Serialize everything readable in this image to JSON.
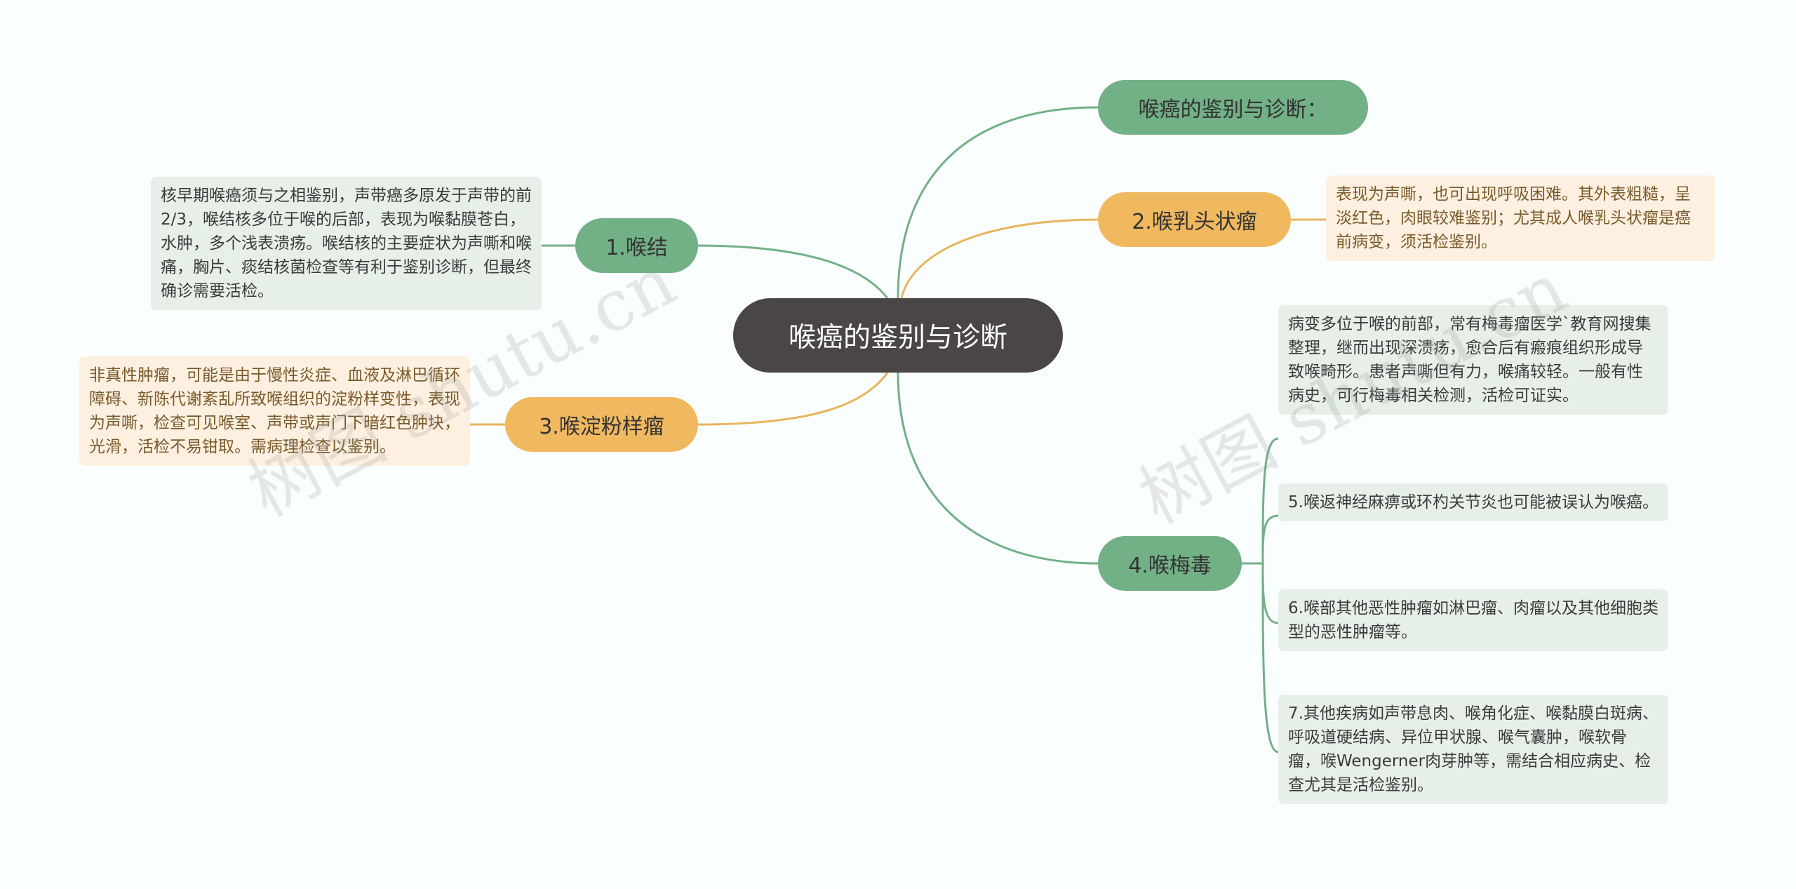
{
  "root": {
    "label": "喉癌的鉴别与诊断"
  },
  "branches": {
    "intro": "喉癌的鉴别与诊断：",
    "b1": "1.喉结",
    "b2": "2.喉乳头状瘤",
    "b3": "3.喉淀粉样瘤",
    "b4": "4.喉梅毒"
  },
  "leaves": {
    "b1_text": "核早期喉癌须与之相鉴别，声带癌多原发于声带的前2/3，喉结核多位于喉的后部，表现为喉黏膜苍白，水肿，多个浅表溃疡。喉结核的主要症状为声嘶和喉痛，胸片、痰结核菌检查等有利于鉴别诊断，但最终确诊需要活检。",
    "b2_text": "表现为声嘶，也可出现呼吸困难。其外表粗糙，呈淡红色，肉眼较难鉴别；尤其成人喉乳头状瘤是癌前病变，须活检鉴别。",
    "b3_text": "非真性肿瘤，可能是由于慢性炎症、血液及淋巴循环障碍、新陈代谢紊乱所致喉组织的淀粉样变性，表现为声嘶，检查可见喉室、声带或声门下暗红色肿块，光滑，活检不易钳取。需病理检查以鉴别。",
    "b4_text1": "病变多位于喉的前部，常有梅毒瘤医学`教育网搜集整理，继而出现深溃疡，愈合后有瘢痕组织形成导致喉畸形。患者声嘶但有力，喉痛较轻。一般有性病史，可行梅毒相关检测，活检可证实。",
    "b4_text2": "5.喉返神经麻痹或环杓关节炎也可能被误认为喉癌。",
    "b4_text3": "6.喉部其他恶性肿瘤如淋巴瘤、肉瘤以及其他细胞类型的恶性肿瘤等。",
    "b4_text4": "7.其他疾病如声带息肉、喉角化症、喉黏膜白斑病、呼吸道硬结病、异位甲状腺、喉气囊肿，喉软骨瘤，喉Wengerner肉芽肿等，需结合相应病史、检查尤其是活检鉴别。"
  },
  "watermarks": [
    "树图 shutu.cn",
    "树图 shutu.cn"
  ],
  "colors": {
    "root_bg": "#4a4546",
    "green_node": "#72b086",
    "orange_node": "#f0b85f",
    "green_line": "#72b086",
    "orange_line": "#e8b45e",
    "green_leaf_bg": "#e6f0e8",
    "orange_leaf_bg": "#fdf0e1"
  }
}
